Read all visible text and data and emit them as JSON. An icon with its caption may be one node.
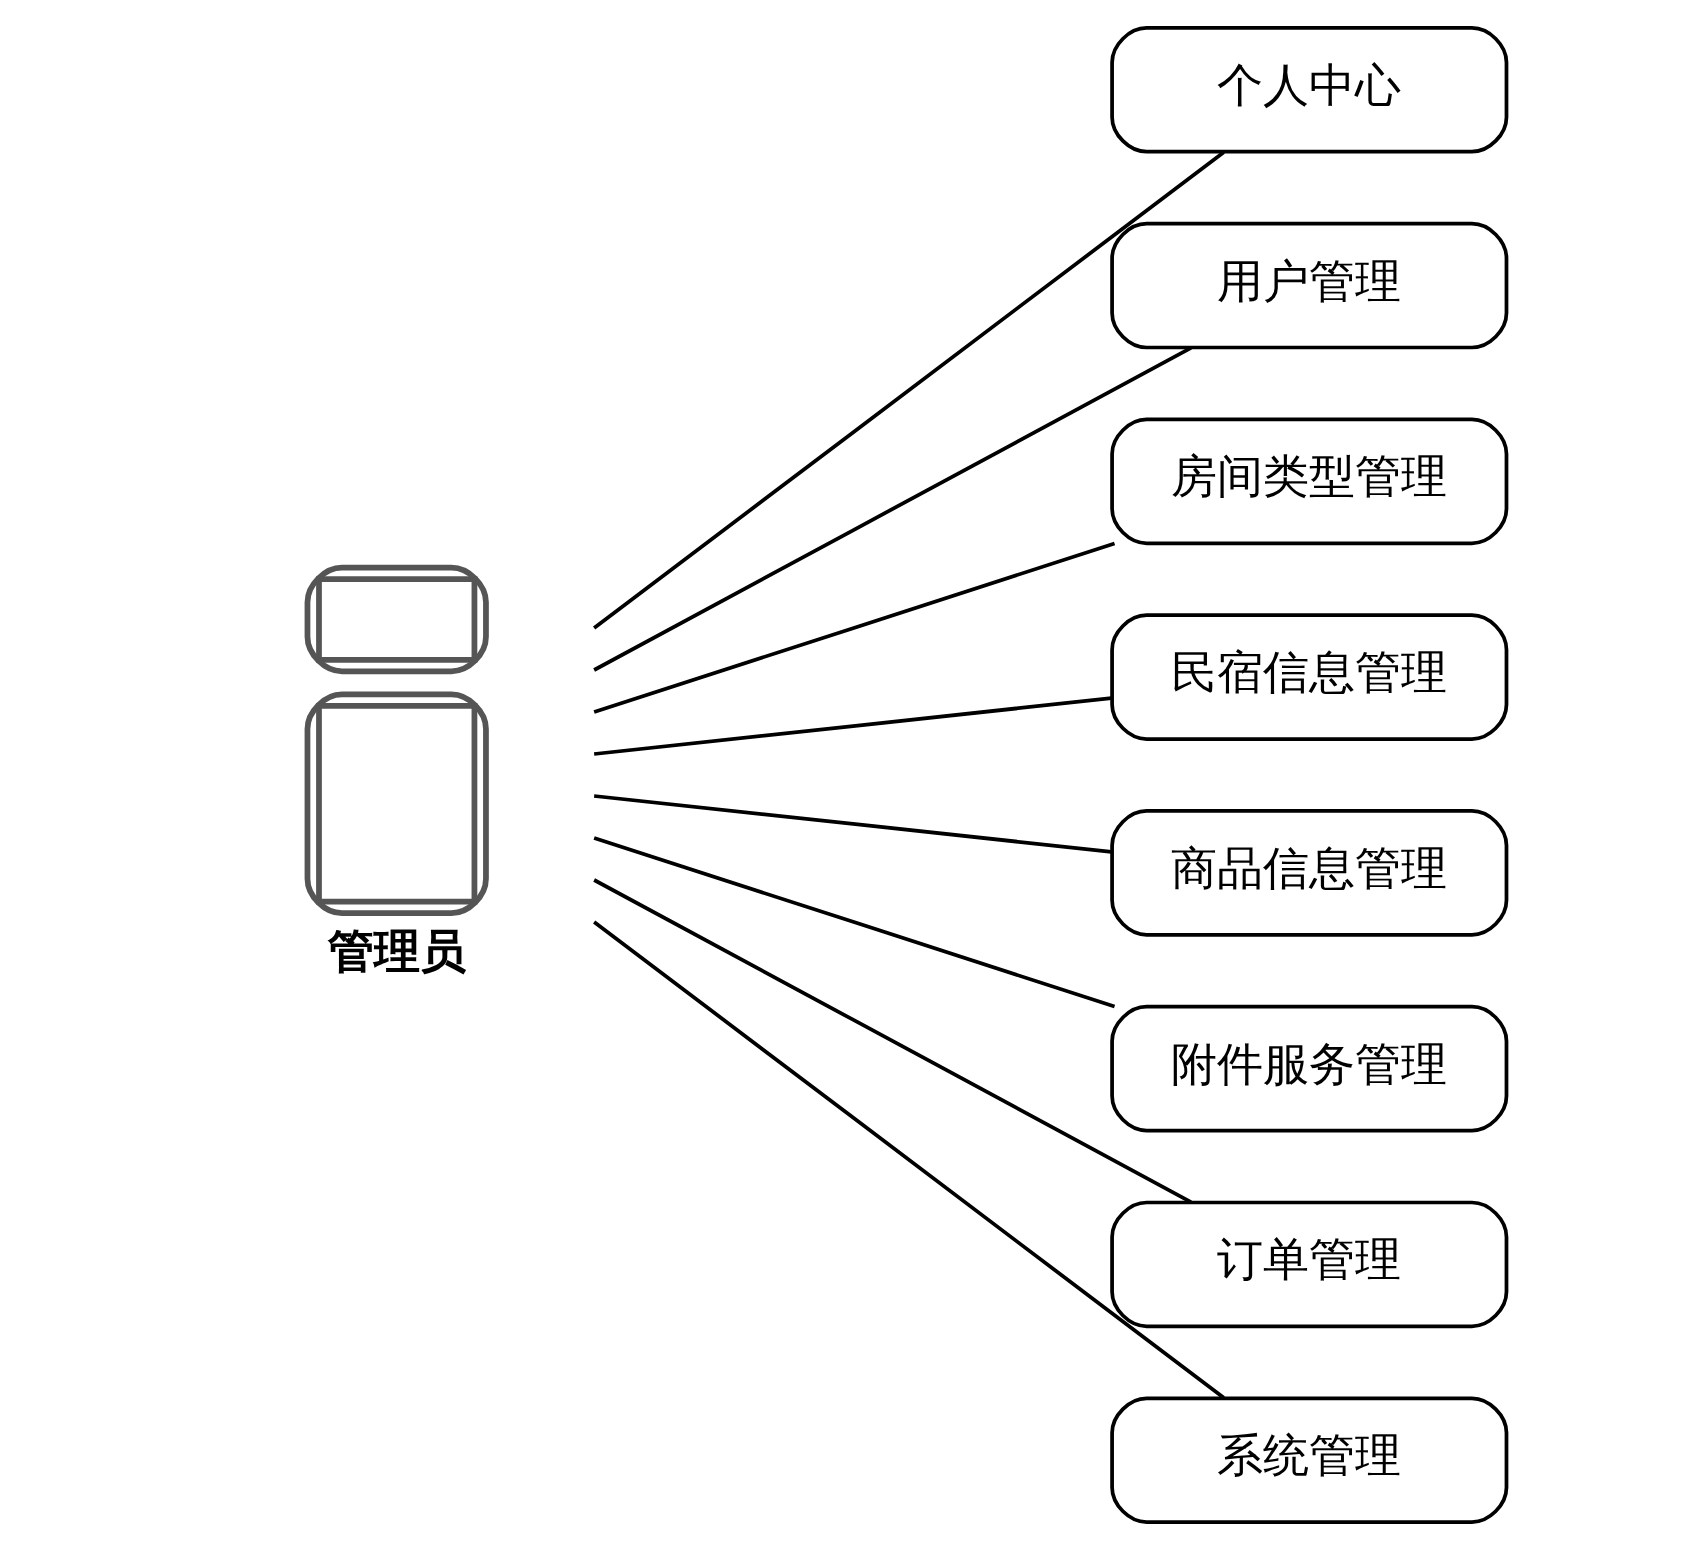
{
  "diagram": {
    "nodes": [
      {
        "text": [
          "管理员"
        ]
      },
      {
        "text": [
          "个人中心"
        ]
      },
      {
        "text": [
          "用户管理"
        ]
      },
      {
        "text": [
          "房间类型管理"
        ]
      },
      {
        "text": [
          "民宿信息管理"
        ]
      },
      {
        "text": [
          "商品信息管理"
        ]
      },
      {
        "text": [
          "附件服务管理"
        ]
      },
      {
        "text": [
          "订单管理"
        ]
      },
      {
        "text": [
          "系统管理"
        ]
      }
    ],
    "edges": [
      {
        "from": 0,
        "to": 1,
        "arrow": "none"
      },
      {
        "from": 0,
        "to": 2,
        "arrow": "none"
      },
      {
        "from": 0,
        "to": 3,
        "arrow": "none"
      },
      {
        "from": 0,
        "to": 4,
        "arrow": "none"
      },
      {
        "from": 0,
        "to": 5,
        "arrow": "none"
      },
      {
        "from": 0,
        "to": 6,
        "arrow": "none"
      },
      {
        "from": 0,
        "to": 7,
        "arrow": "none"
      },
      {
        "from": 0,
        "to": 8,
        "arrow": "none"
      }
    ]
  }
}
